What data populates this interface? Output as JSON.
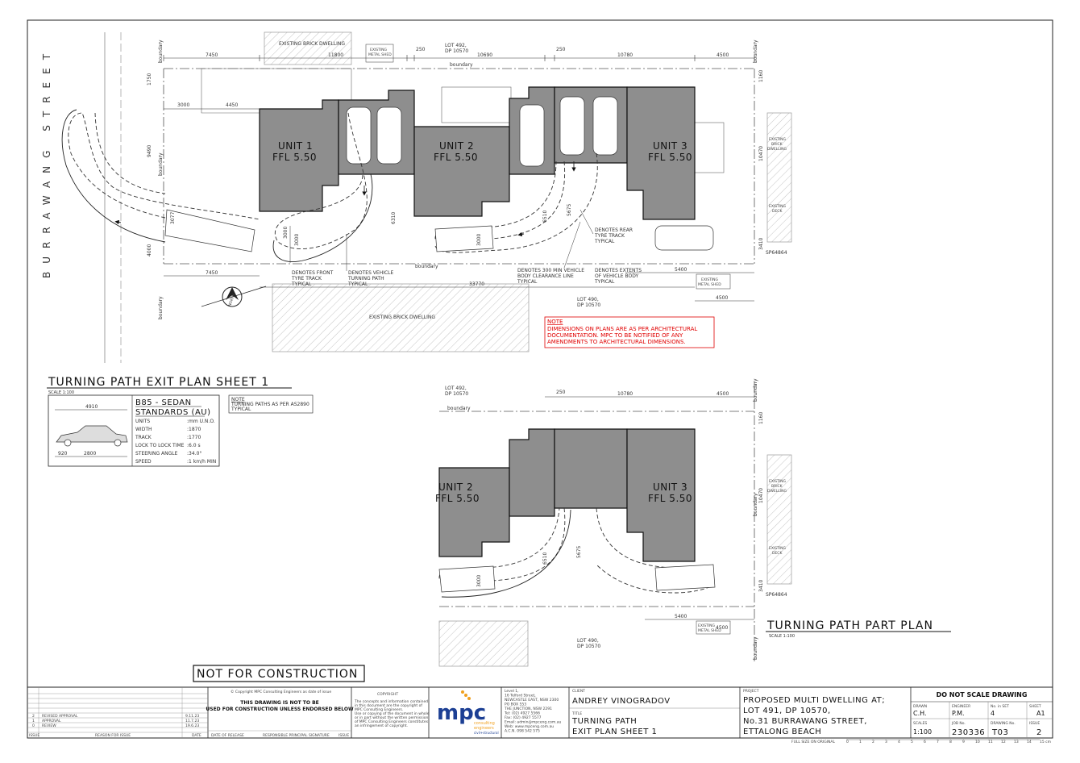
{
  "plan1": {
    "street_name": "BURRAWANG STREET",
    "title": "TURNING PATH EXIT PLAN SHEET 1",
    "scale": "SCALE 1:100",
    "units": [
      {
        "name": "UNIT 1",
        "ffl": "FFL 5.50"
      },
      {
        "name": "UNIT 2",
        "ffl": "FFL 5.50"
      },
      {
        "name": "UNIT 3",
        "ffl": "FFL 5.50"
      }
    ],
    "lot_top": "LOT 492,\nDP 10570",
    "lot_bottom": "LOT 490,\nDP 10570",
    "existing_brick_dwelling": "EXISTING BRICK DWELLING",
    "existing_metal_shed": "EXISTING\nMETAL SHED",
    "existing_brick_dwelling_right": "EXISTING\nBRICK\nDWELLING",
    "existing_deck": "EXISTING\nDECK",
    "sp": "SP64864",
    "boundary": "boundary",
    "dims": {
      "d7450": "7450",
      "d11800": "11800",
      "d250a": "250",
      "d10690": "10690",
      "d250b": "250",
      "d10780": "10780",
      "d4500": "4500",
      "d3000": "3000",
      "d4450": "4450",
      "d1750": "1750",
      "d9490": "9490",
      "d4000": "4000",
      "d3077": "3077",
      "d6310": "6310",
      "d6510": "6510",
      "d5675": "5675",
      "d5400": "5400",
      "d33770": "33770",
      "d1160": "1160",
      "d10470": "10470",
      "d3410": "3410",
      "d7450b": "7450",
      "d4500b": "4500",
      "d3000b": "3000",
      "d3000c": "3000",
      "d3000d": "3000"
    },
    "labels": {
      "front_tyre": "DENOTES FRONT\nTYRE TRACK\nTYPICAL",
      "vehicle_turning": "DENOTES VEHICLE\nTURNING PATH\nTYPICAL",
      "clearance": "DENOTES 300 MIN VEHICLE\nBODY CLEARANCE LINE\nTYPICAL",
      "rear_tyre": "DENOTES REAR\nTYRE TRACK\nTYPICAL",
      "body_extents": "DENOTES EXTENTS\nOF VEHICLE BODY\nTYPICAL"
    },
    "north": "NORTH",
    "note_heading": "NOTE",
    "note_text": "DIMENSIONS ON PLANS ARE AS PER ARCHITECTURAL\nDOCUMENTATION. MPC TO BE NOTIFIED OF ANY\nAMENDMENTS TO ARCHITECTURAL DIMENSIONS.",
    "note_color": "#e00000"
  },
  "vehicle": {
    "title_line1": "B85 - SEDAN",
    "title_line2": "STANDARDS (AU)",
    "length": "4910",
    "front_overhang": "920",
    "wheelbase": "2800",
    "rows": [
      {
        "k": "UNITS",
        "v": ":mm U.N.O."
      },
      {
        "k": "WIDTH",
        "v": ":1870"
      },
      {
        "k": "TRACK",
        "v": ":1770"
      },
      {
        "k": "LOCK TO LOCK TIME",
        "v": ":6.0 s"
      },
      {
        "k": "STEERING ANGLE",
        "v": ":34.0°"
      },
      {
        "k": "SPEED",
        "v": ":1 km/h MIN"
      }
    ],
    "note_heading": "NOTE",
    "note_text": "TURNING PATHS AS PER AS2890\nTYPICAL"
  },
  "plan2": {
    "title": "TURNING PATH PART PLAN",
    "scale": "SCALE 1:100",
    "unit2": {
      "name": "UNIT 2",
      "ffl": "FFL 5.50"
    },
    "unit3": {
      "name": "UNIT 3",
      "ffl": "FFL 5.50"
    },
    "lot_top": "LOT 492,\nDP 10570",
    "lot_bottom": "LOT 490,\nDP 10570",
    "dims": {
      "d250": "250",
      "d10780": "10780",
      "d4500": "4500",
      "d1160": "1160",
      "d10470": "10470",
      "d3410": "3410",
      "d5400": "5400",
      "d4500b": "4500",
      "d6510": "6510",
      "d5675": "5675",
      "d3000": "3000"
    }
  },
  "stamp": "NOT FOR CONSTRUCTION",
  "title_block": {
    "revisions": [
      {
        "issue": "2",
        "reason": "REVISED APPROVAL",
        "date": "9.11.23"
      },
      {
        "issue": "1",
        "reason": "APPROVAL",
        "date": "11.7.23"
      },
      {
        "issue": "0",
        "reason": "REVIEW",
        "date": "19.6.23"
      }
    ],
    "rev_headers": {
      "issue": "ISSUE",
      "reason": "REASON FOR ISSUE",
      "date": "DATE"
    },
    "copyright_small": "© Copyright MPC Consulting Engineers as date of issue",
    "warning": "THIS DRAWING IS NOT TO BE\nUSED FOR CONSTRUCTION UNLESS ENDORSED BELOW",
    "sig_headers": {
      "date": "DATE OF RELEASE",
      "rps": "RESPONSIBLE PRINCIPAL SIGNATURE",
      "issue": "ISSUE"
    },
    "copyright_heading": "COPYRIGHT",
    "copyright_text": "The concepts and information contained\nin this document are the copyright of\nMPC Consulting Engineers.\nUse or copying of the document in whole\nor in part without the written permission\nof MPC Consulting Engineers constitutes\nan infringement of copyright.",
    "logo_text": "mpc",
    "logo_sub1": "consulting",
    "logo_sub2": "engineers",
    "logo_sub3": "civil+structural",
    "logo_color": "#1c3f94",
    "logo_accent": "#f0a01e",
    "address": "Level 1,\n16 Telford Street,\nNEWCASTLE EAST, NSW 2300\nPO BOX 553\nTHE JUNCTION, NSW 2291\nTel: (02) 4927 5566\nFax: (02) 4927 5577\nEmail: admin@mpceng.com.au\nWeb: www.mpceng.com.au\nA.C.N. 098 542 575",
    "client_label": "CLIENT",
    "client": "ANDREY VINOGRADOV",
    "title_label": "TITLE",
    "title_line1": "TURNING PATH",
    "title_line2": "EXIT PLAN SHEET 1",
    "project_label": "PROJECT",
    "project_lines": [
      "PROPOSED MULTI DWELLING AT;",
      "LOT 491, DP 10570,",
      "No.31 BURRAWANG STREET,",
      "ETTALONG BEACH"
    ],
    "dns": "DO NOT SCALE DRAWING",
    "drawn_label": "DRAWN",
    "drawn": "C.H.",
    "engineer_label": "ENGINEER",
    "engineer": "P.M.",
    "no_in_set_label": "No. in SET",
    "no_in_set": "4",
    "sheet_label": "SHEET",
    "sheet": "A1",
    "scales_label": "SCALES",
    "scales": "1:100",
    "job_label": "JOB No.",
    "job": "230336",
    "drawing_label": "DRAWING No.",
    "drawing": "T03",
    "issue_label": "ISSUE",
    "issue": "2",
    "full_size": "FULL SIZE ON ORIGINAL",
    "scale_ticks": [
      "0",
      "1",
      "2",
      "3",
      "4",
      "5",
      "6",
      "7",
      "8",
      "9",
      "10",
      "11",
      "12",
      "13",
      "14",
      "15 cm"
    ]
  }
}
